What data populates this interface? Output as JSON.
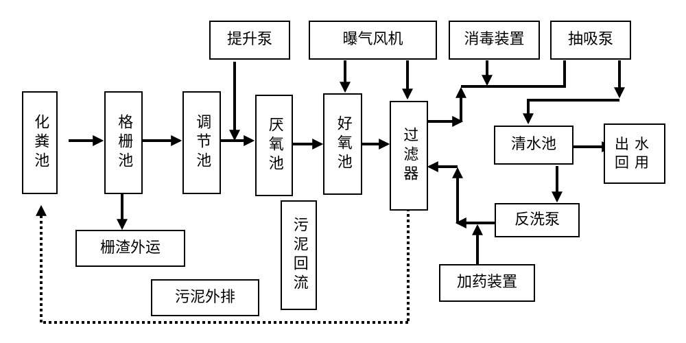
{
  "nodes": {
    "septic_tank": "化粪池",
    "grille_pool": "格栅池",
    "regulating_pool": "调节池",
    "anaerobic_pool": "厌氧池",
    "aerobic_pool": "好氧池",
    "filter": "过滤器",
    "lift_pump": "提升泵",
    "aeration_blower": "曝气风机",
    "disinfection_device": "消毒装置",
    "suction_pump": "抽吸泵",
    "clear_water_pool": "清水池",
    "water_reuse": "出水回用",
    "backwash_pump": "反洗泵",
    "dosing_device": "加药装置",
    "grille_slag": "栅渣外运",
    "sludge_discharge": "污泥外排",
    "sludge_return": "污泥回流"
  }
}
